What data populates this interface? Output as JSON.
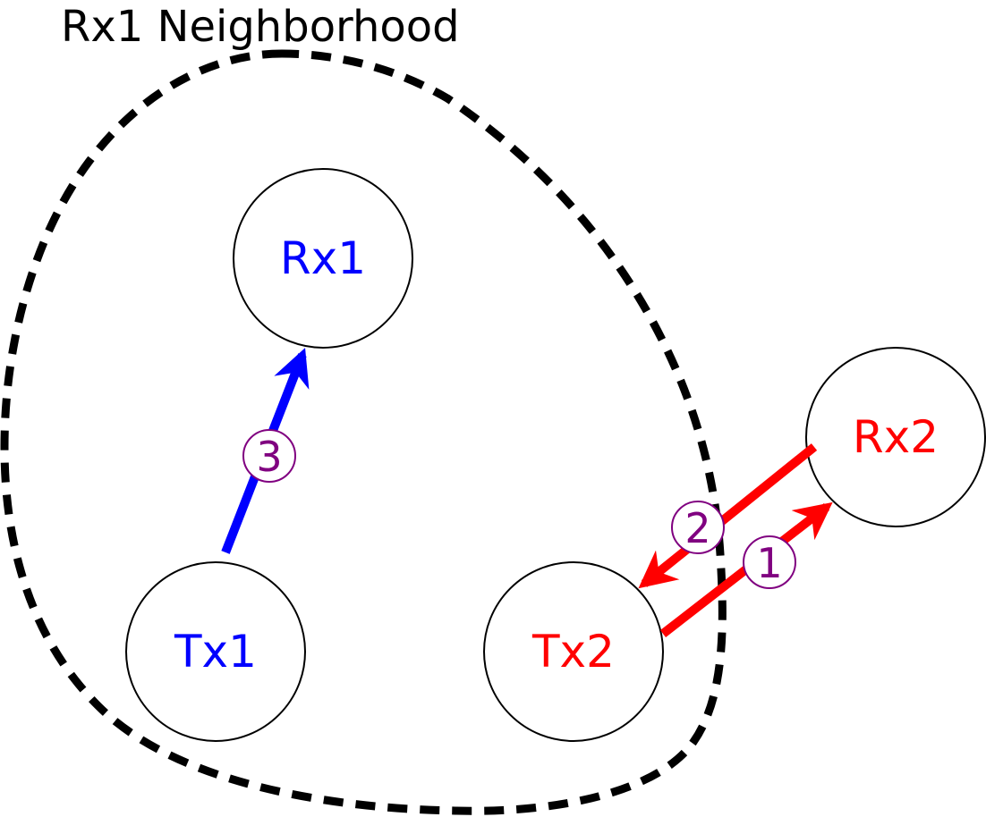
{
  "title": "Rx1 Neighborhood",
  "colors": {
    "pair1": "#0000ff",
    "pair2": "#ff0000",
    "step_marker": "#800080",
    "outline": "#000000",
    "background": "#ffffff"
  },
  "nodes": {
    "rx1": "Rx1",
    "tx1": "Tx1",
    "rx2": "Rx2",
    "tx2": "Tx2"
  },
  "steps": {
    "step1": "1",
    "step2": "2",
    "step3": "3"
  }
}
